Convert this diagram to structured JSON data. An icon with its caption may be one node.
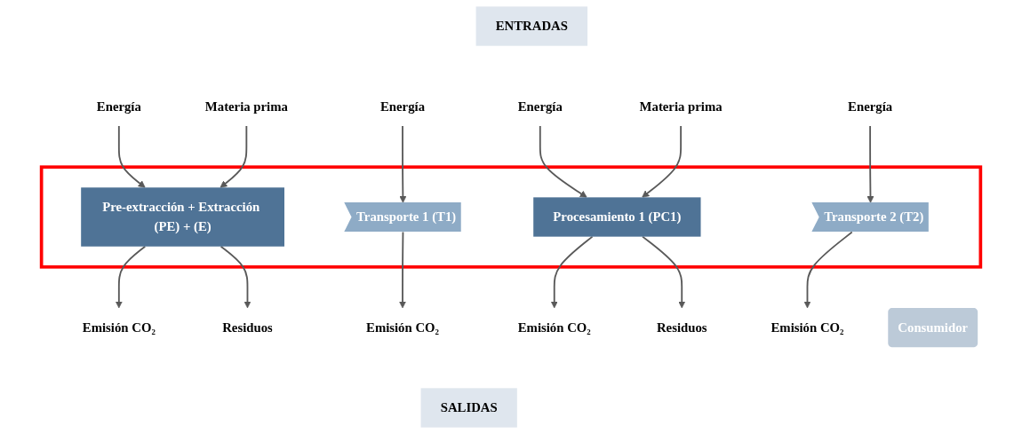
{
  "diagram": {
    "nodes": [
      {
        "text": [
          "ENTRADAS"
        ]
      },
      {
        "text": [
          "Energía"
        ]
      },
      {
        "text": [
          "Materia prima"
        ]
      },
      {
        "text": [
          "Energía"
        ]
      },
      {
        "text": [
          "Energía"
        ]
      },
      {
        "text": [
          "Materia prima"
        ]
      },
      {
        "text": [
          "Energía"
        ]
      },
      {
        "text": [],
        "shape": "box"
      },
      {
        "text": [
          "Pre-extracción + Extracción (PE) + (E)"
        ],
        "in": 7
      },
      {
        "text": [
          "Transporte 1 (T1)"
        ],
        "in": 7
      },
      {
        "text": [
          "Procesamiento 1 (PC1)"
        ],
        "in": 7
      },
      {
        "text": [
          "Transporte 2 (T2)"
        ],
        "in": 7
      },
      {
        "text": [
          "Consumidor"
        ]
      },
      {
        "text": [
          "Emisión CO₂"
        ]
      },
      {
        "text": [
          "Emisión CO₂"
        ]
      },
      {
        "text": [
          "Emisión CO₂"
        ]
      },
      {
        "text": [
          "Residuos"
        ]
      },
      {
        "text": [
          "Emisión CO₂"
        ]
      },
      {
        "text": [
          "Residuos"
        ]
      },
      {
        "text": [
          "SALIDAS"
        ]
      }
    ],
    "edges": [
      {
        "from": 1,
        "to": 8,
        "arrow": "to"
      },
      {
        "from": 2,
        "to": 8,
        "arrow": "to"
      },
      {
        "from": 3,
        "to": 9,
        "arrow": "to"
      },
      {
        "from": 4,
        "to": 10,
        "arrow": "to"
      },
      {
        "from": 5,
        "to": 10,
        "arrow": "to"
      },
      {
        "from": 6,
        "to": 11,
        "arrow": "to"
      },
      {
        "from": 8,
        "to": 15,
        "arrow": "to"
      },
      {
        "from": 8,
        "to": 16,
        "arrow": "to"
      },
      {
        "from": 9,
        "to": 13,
        "arrow": "to"
      },
      {
        "from": 10,
        "to": 17,
        "arrow": "to"
      },
      {
        "from": 10,
        "to": 18,
        "arrow": "to"
      },
      {
        "from": 11,
        "to": 14,
        "arrow": "to"
      }
    ]
  }
}
